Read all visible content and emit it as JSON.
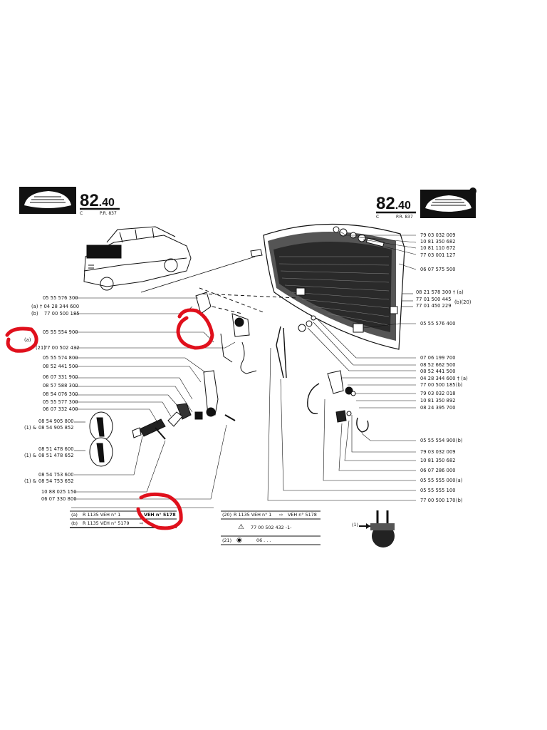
{
  "header": {
    "page_left": {
      "num": "82",
      "sub": ".40",
      "c": "C",
      "pr": "P.R. 837"
    },
    "page_right": {
      "num": "82",
      "sub": ".40",
      "c": "C",
      "pr": "P.R. 837"
    }
  },
  "left_labels": {
    "l1": "05 55 576 300",
    "l2a": "(a)",
    "l2": "† 04 28 344 600",
    "l3a": "(b)",
    "l3": "77 00 500 185",
    "l4a": "(a)",
    "l4": "05 55 554 900",
    "l5a": "(21)",
    "l5": "77 00 502 432",
    "l6": "05 55 574 800",
    "l7": "08 52 441 500",
    "l8": "06 07 331 900",
    "l9": "08 57 588 300",
    "l10": "08 54 076 300",
    "l11": "05 55 577 300",
    "l12": "06 07 332 400",
    "l13": "08 54 905 800",
    "l14a": "(1) &",
    "l14": "08 54 905 852",
    "l15": "08 51 478 600",
    "l16a": "(1) &",
    "l16": "08 51 478 652",
    "l17": "08 54 753 600",
    "l18a": "(1) &",
    "l18": "08 54 753 652",
    "l19": "10 88 025 150",
    "l20": "06 07 330 800"
  },
  "right_labels": {
    "r1": "79 03 032 009",
    "r2": "10 81 350 682",
    "r3": "10 81 110 672",
    "r4": "77 03 001 127",
    "r5": "06 07 575 500",
    "r6": "08 21 578 300 † (a)",
    "r7": "77 01 500 445",
    "r8": "77 01 450 229",
    "r7note": "(b)(20)",
    "r9": "05 55 576 400",
    "r10": "07 06 199 700",
    "r11": "08 52 662 500",
    "r12": "08 52 441 500",
    "r13": "04 28 344 600 † (a)",
    "r14": "77 00 500 185",
    "r14note": "(b)",
    "r15": "79 03 032 018",
    "r16": "10 81 350 892",
    "r17": "08 24 395 700",
    "r18": "05 55 554 900",
    "r18note": "(b)",
    "r19": "79 03 032 009",
    "r20": "10 81 350 682",
    "r21": "06 07 286 000",
    "r22": "05 55 555 000",
    "r22note": "(a)",
    "r23": "05 55 555 100",
    "r24": "77 00 500 170",
    "r24note": "(b)"
  },
  "footnotes": {
    "a_tag": "(a)",
    "a_text": "R 1135   VEH n°      1",
    "a_veh": "VEH n° 5178",
    "b_tag": "(b)",
    "b_text": "R 1135   VEH n°  5179",
    "b_arrow": "⇨",
    "n20_tag": "(20)",
    "n20_text": "R 1135   VEH n°      1",
    "n20_arrow": "⇨",
    "n20_veh": "VEH n°   5178",
    "n20_part": "77 00 502 432 -1-",
    "n21_tag": "(21)",
    "n21_text": "06 . . .",
    "inset_tag": "(1)"
  },
  "colors": {
    "ink": "#111111",
    "annotation": "#e0101c",
    "background": "#ffffff"
  }
}
